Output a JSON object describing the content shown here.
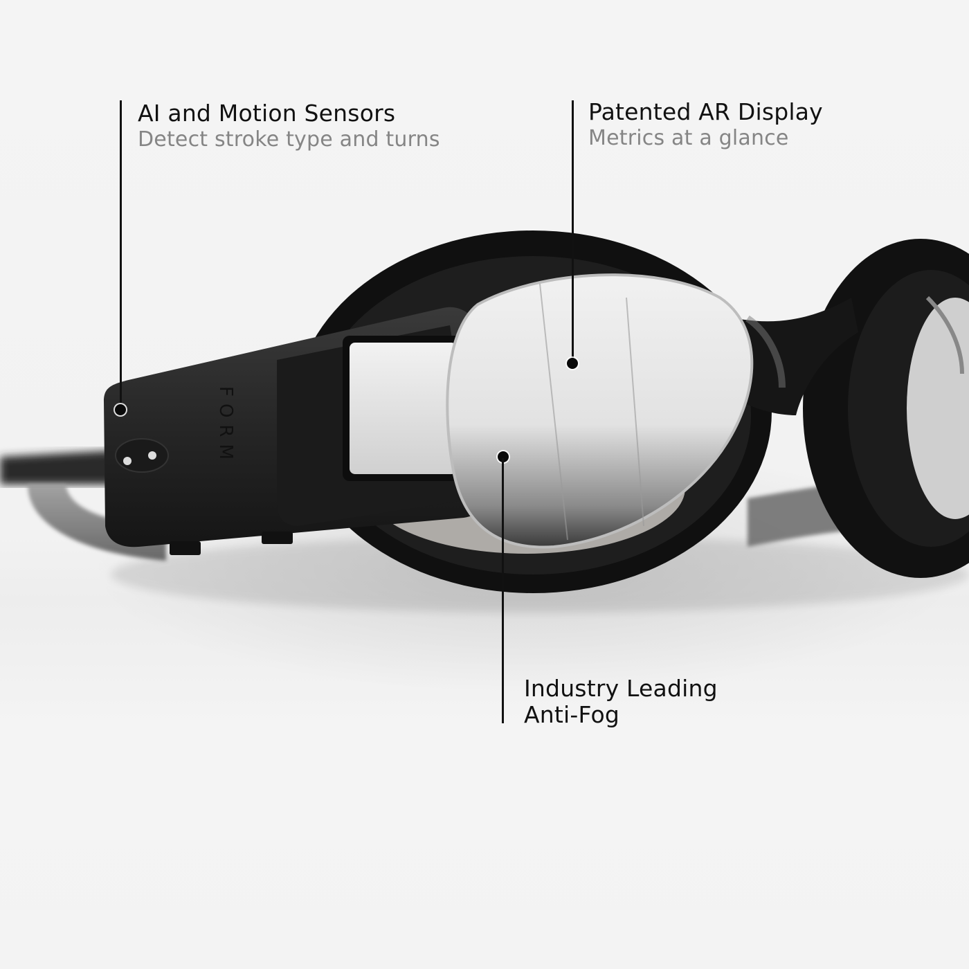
{
  "scene": {
    "subject": "smart swim goggles with sensor pod",
    "background_color": "#f3f3f3",
    "brand_mark": "FORM"
  },
  "callouts": [
    {
      "id": "ai-motion-sensors",
      "title": "AI and Motion Sensors",
      "subtitle": "Detect stroke type and turns"
    },
    {
      "id": "patented-ar-display",
      "title": "Patented AR Display",
      "subtitle": "Metrics at a glance"
    },
    {
      "id": "anti-fog",
      "title_line1": "Industry Leading",
      "title_line2": "Anti-Fog"
    }
  ],
  "colors": {
    "title_text": "#111111",
    "subtitle_text": "#858585",
    "callout_line": "#111111"
  }
}
